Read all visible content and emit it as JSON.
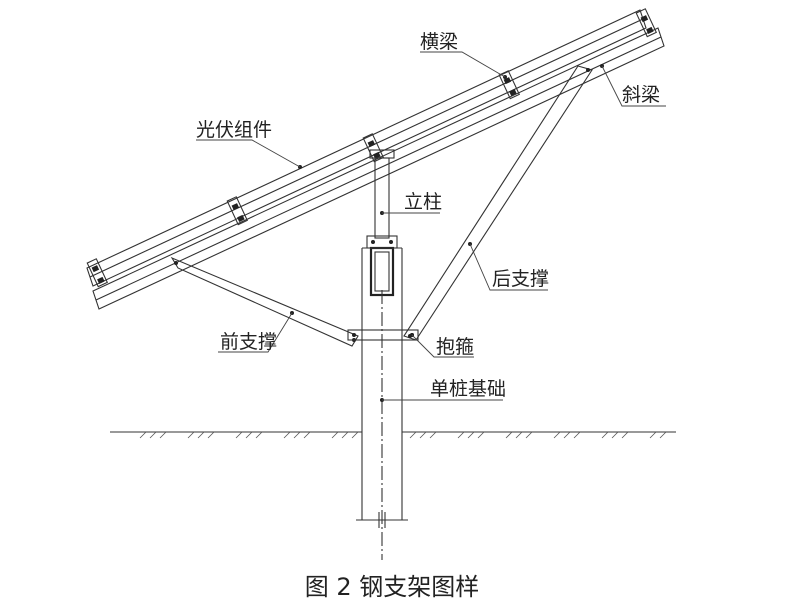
{
  "labels": {
    "crossbeam": "横梁",
    "diagonal_beam": "斜梁",
    "pv_module": "光伏组件",
    "column": "立柱",
    "rear_brace": "后支撑",
    "front_brace": "前支撑",
    "hoop": "抱箍",
    "single_pile_foundation": "单桩基础"
  },
  "caption": "图 2  钢支架图样"
}
